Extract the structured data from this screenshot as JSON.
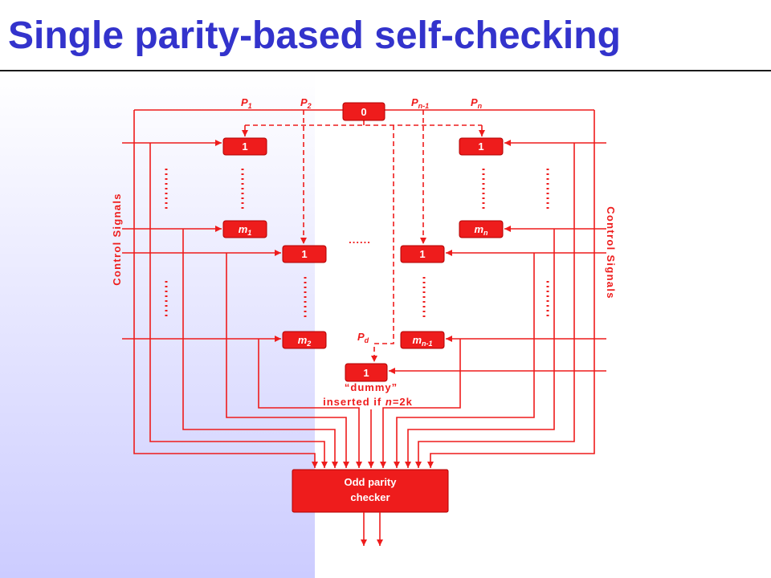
{
  "title": "Single parity-based self-checking",
  "colors": {
    "title": "#3333cc",
    "diagram": "#ee1c1c",
    "panel_bottom": "#ccccff"
  },
  "diagram": {
    "parity_labels": {
      "p1": {
        "base": "P",
        "sub": "1"
      },
      "p2": {
        "base": "P",
        "sub": "2"
      },
      "pn_1": {
        "base": "P",
        "sub": "n-1"
      },
      "pn": {
        "base": "P",
        "sub": "n"
      },
      "pd": {
        "base": "P",
        "sub": "d"
      }
    },
    "boxes": {
      "zero": "0",
      "one_top_left": "1",
      "one_top_right": "1",
      "one_mid_left": "1",
      "one_mid_right": "1",
      "one_dummy": "1",
      "m1": {
        "base": "m",
        "sub": "1"
      },
      "mn": {
        "base": "m",
        "sub": "n"
      },
      "m2": {
        "base": "m",
        "sub": "2"
      },
      "mn_1": {
        "base": "m",
        "sub": "n-1"
      }
    },
    "checker": {
      "line1": "Odd parity",
      "line2": "checker"
    },
    "control_signals_left": "Control Signals",
    "control_signals_right": "Control Signals",
    "dummy_label": "“dummy”",
    "dummy_note": {
      "prefix": "inserted if ",
      "var": "n",
      "suffix": "=2k"
    },
    "ellipsis": "......"
  }
}
